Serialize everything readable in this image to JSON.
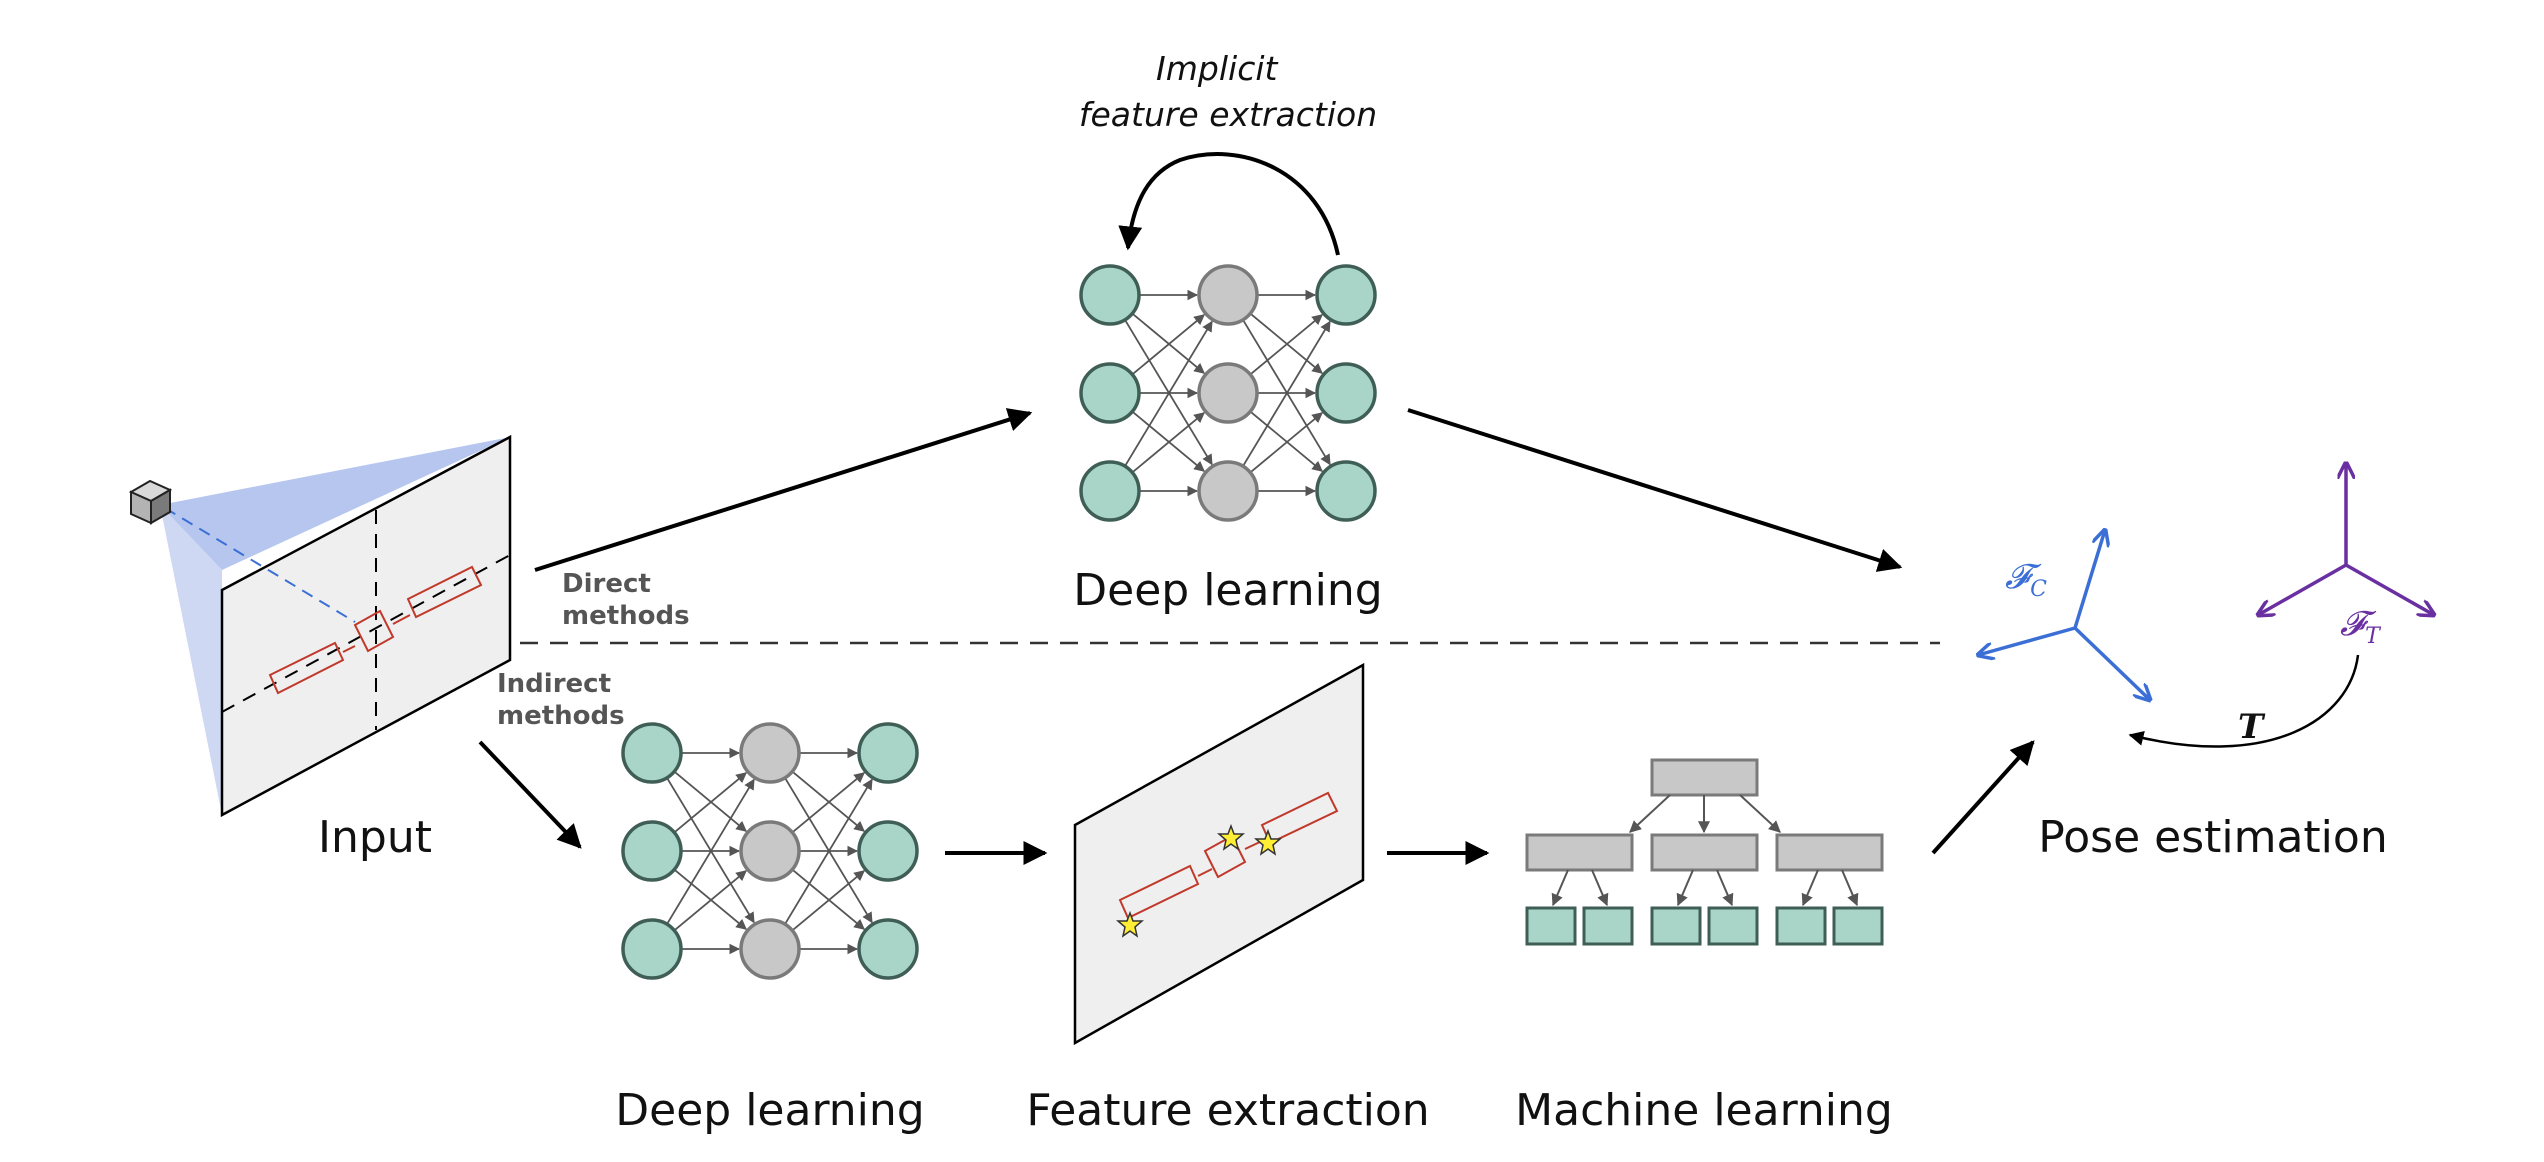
{
  "labels": {
    "input": "Input",
    "deep_learning_top": "Deep learning",
    "implicit_line1": "Implicit",
    "implicit_line2": "feature extraction",
    "direct_line1": "Direct",
    "direct_line2": "methods",
    "indirect_line1": "Indirect",
    "indirect_line2": "methods",
    "deep_learning_bottom": "Deep learning",
    "feature_extraction": "Feature extraction",
    "machine_learning": "Machine learning",
    "pose_estimation": "Pose estimation",
    "frame_camera": "𝓕",
    "frame_camera_sub": "C",
    "frame_target": "𝓕",
    "frame_target_sub": "T",
    "transform": "T"
  },
  "colors": {
    "node_teal": "#a8d5c8",
    "node_teal_stroke": "#3f5e55",
    "node_gray": "#c8c8c8",
    "node_gray_stroke": "#7a7a7a",
    "panel_fill": "#efefef",
    "frustum_blue": "#8fa8e6",
    "satellite_red": "#c0392b",
    "star_yellow": "#ffee33",
    "frame_blue": "#3b6fd6",
    "frame_purple": "#6a2fa0"
  },
  "icons": {
    "camera": "camera-icon",
    "star": "keypoint-star-icon"
  }
}
